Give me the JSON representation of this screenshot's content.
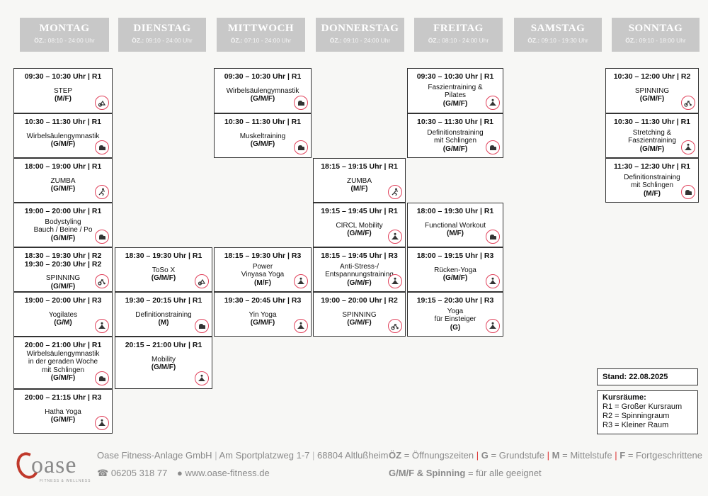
{
  "days": [
    {
      "name": "MONTAG",
      "oz_label": "ÖZ.:",
      "hours": "08:10 - 24:00 Uhr"
    },
    {
      "name": "DIENSTAG",
      "oz_label": "ÖZ.:",
      "hours": "09:10 - 24:00 Uhr"
    },
    {
      "name": "MITTWOCH",
      "oz_label": "ÖZ.:",
      "hours": "07:10 - 24:00 Uhr"
    },
    {
      "name": "DONNERSTAG",
      "oz_label": "ÖZ.:",
      "hours": "09:10 - 24:00 Uhr"
    },
    {
      "name": "FREITAG",
      "oz_label": "ÖZ.:",
      "hours": "08:10 - 24:00 Uhr"
    },
    {
      "name": "SAMSTAG",
      "oz_label": "ÖZ.:",
      "hours": "09:10 - 19:30 Uhr"
    },
    {
      "name": "SONNTAG",
      "oz_label": "ÖZ.:",
      "hours": "09:10 - 18:00 Uhr"
    }
  ],
  "courses": [
    {
      "day": 0,
      "row": 0,
      "time": "09:30 – 10:30 Uhr | R1",
      "name": [
        "STEP"
      ],
      "level": "(M/F)",
      "icon": "step-icon"
    },
    {
      "day": 0,
      "row": 1,
      "time": "10:30 – 11:30 Uhr | R1",
      "name": [
        "Wirbelsäulengymnastik"
      ],
      "level": "(G/M/F)",
      "icon": "muscle-icon"
    },
    {
      "day": 0,
      "row": 2,
      "time": "18:00 – 19:00 Uhr | R1",
      "name": [
        "ZUMBA"
      ],
      "level": "(G/M/F)",
      "icon": "dance-icon"
    },
    {
      "day": 0,
      "row": 3,
      "time": "19:00 – 20:00 Uhr | R1",
      "name": [
        "Bodystyling",
        "Bauch / Beine / Po"
      ],
      "level": "(G/M/F)",
      "icon": "muscle-icon"
    },
    {
      "day": 0,
      "row": 4,
      "time": "18:30 – 19:30 Uhr | R2",
      "time2": "19:30 – 20:30 Uhr | R2",
      "name": [
        "SPINNING"
      ],
      "level": "(G/M/F)",
      "icon": "bike-icon"
    },
    {
      "day": 0,
      "row": 5,
      "time": "19:00 – 20:00 Uhr | R3",
      "name": [
        "Yogilates"
      ],
      "level": "(G/M)",
      "icon": "yoga-icon"
    },
    {
      "day": 0,
      "row": 6,
      "time": "20:00 – 21:00 Uhr | R1",
      "name": [
        "Wirbelsäulengymnastik",
        "in der geraden Woche",
        "mit Schlingen"
      ],
      "level": "(G/M/F)",
      "icon": "muscle-icon"
    },
    {
      "day": 0,
      "row": 7,
      "time": "20:00 – 21:15 Uhr | R3",
      "name": [
        "Hatha Yoga"
      ],
      "level": "(G/M/F)",
      "icon": "yoga-icon"
    },
    {
      "day": 1,
      "row": 4,
      "time": "18:30 – 19:30 Uhr | R1",
      "name": [
        "ToSo X"
      ],
      "level": "(G/M/F)",
      "icon": "step-icon"
    },
    {
      "day": 1,
      "row": 5,
      "time": "19:30 – 20:15 Uhr | R1",
      "name": [
        "Definitionstraining"
      ],
      "level": "(M)",
      "icon": "muscle-icon"
    },
    {
      "day": 1,
      "row": 6,
      "time": "20:15 – 21:00 Uhr | R1",
      "name": [
        "Mobility"
      ],
      "level": "(G/M/F)",
      "icon": "yoga-icon"
    },
    {
      "day": 2,
      "row": 0,
      "time": "09:30 – 10:30 Uhr | R1",
      "name": [
        "Wirbelsäulengymnastik"
      ],
      "level": "(G/M/F)",
      "icon": "muscle-icon"
    },
    {
      "day": 2,
      "row": 1,
      "time": "10:30 – 11:30 Uhr | R1",
      "name": [
        "Muskeltraining"
      ],
      "level": "(G/M/F)",
      "icon": "muscle-icon"
    },
    {
      "day": 2,
      "row": 4,
      "time": "18:15 – 19:30 Uhr | R3",
      "name": [
        "Power",
        "Vinyasa Yoga"
      ],
      "level": "(M/F)",
      "icon": "yoga-icon"
    },
    {
      "day": 2,
      "row": 5,
      "time": "19:30 – 20:45 Uhr | R3",
      "name": [
        "Yin Yoga"
      ],
      "level": "(G/M/F)",
      "icon": "yoga-icon"
    },
    {
      "day": 3,
      "row": 2,
      "time": "18:15 – 19:15 Uhr | R1",
      "name": [
        "ZUMBA"
      ],
      "level": "(M/F)",
      "icon": "dance-icon"
    },
    {
      "day": 3,
      "row": 3,
      "time": "19:15 – 19:45 Uhr | R1",
      "name": [
        "CIRCL Mobility"
      ],
      "level": "(G/M/F)",
      "icon": "yoga-icon"
    },
    {
      "day": 3,
      "row": 4,
      "time": "18:15 – 19:45 Uhr | R3",
      "name": [
        "Anti-Stress-/",
        "Entspannungstraining"
      ],
      "level": "(G/M/F)",
      "icon": "yoga-icon"
    },
    {
      "day": 3,
      "row": 5,
      "time": "19:00 – 20:00 Uhr | R2",
      "name": [
        "SPINNING"
      ],
      "level": "(G/M/F)",
      "icon": "bike-icon"
    },
    {
      "day": 4,
      "row": 0,
      "time": "09:30 – 10:30 Uhr | R1",
      "name": [
        "Faszientraining &",
        "Pilates"
      ],
      "level": "(G/M/F)",
      "icon": "yoga-icon"
    },
    {
      "day": 4,
      "row": 1,
      "time": "10:30 – 11:30 Uhr | R1",
      "name": [
        "Definitionstraining",
        "mit Schlingen"
      ],
      "level": "(G/M/F)",
      "icon": "muscle-icon"
    },
    {
      "day": 4,
      "row": 3,
      "time": "18:00 – 19:30 Uhr | R1",
      "name": [
        "Functional Workout"
      ],
      "level": "(M/F)",
      "icon": "muscle-icon"
    },
    {
      "day": 4,
      "row": 4,
      "time": "18:00 – 19:15 Uhr | R3",
      "name": [
        "Rücken-Yoga"
      ],
      "level": "(G/M/F)",
      "icon": "yoga-icon"
    },
    {
      "day": 4,
      "row": 5,
      "time": "19:15 – 20:30 Uhr | R3",
      "name": [
        "Yoga",
        "für Einsteiger"
      ],
      "level": "(G)",
      "icon": "yoga-icon"
    },
    {
      "day": 6,
      "row": 0,
      "time": "10:30 – 12:00 Uhr | R2",
      "name": [
        "SPINNING"
      ],
      "level": "(G/M/F)",
      "icon": "bike-icon"
    },
    {
      "day": 6,
      "row": 1,
      "time": "10:30 – 11:30 Uhr | R1",
      "name": [
        "Stretching &",
        "Faszientraining"
      ],
      "level": "(G/M/F)",
      "icon": "yoga-icon"
    },
    {
      "day": 6,
      "row": 2,
      "time": "11:30 – 12:30 Uhr | R1",
      "name": [
        "Definitionstraining",
        "mit Schlingen"
      ],
      "level": "(M/F)",
      "icon": "muscle-icon"
    }
  ],
  "stand": "Stand: 22.08.2025",
  "rooms": {
    "title": "Kursräume:",
    "items": [
      "R1 = Großer Kursraum",
      "R2 = Spinningraum",
      "R3 = Kleiner Raum"
    ]
  },
  "footer": {
    "logo_word": "oase",
    "logo_sub": "FITNESS & WELLNESS",
    "company": "Oase Fitness-Anlage GmbH",
    "street": "Am Sportplatzweg 1-7",
    "city": "68804 Altlußheim",
    "phone": "06205 318 77",
    "web": "www.oase-fitness.de",
    "legend": [
      {
        "key": "ÖZ",
        "text": "= Öffnungszeiten"
      },
      {
        "key": "G",
        "text": "= Grundstufe"
      },
      {
        "key": "M",
        "text": "= Mittelstufe"
      },
      {
        "key": "F",
        "text": "= Fortgeschrittene"
      }
    ],
    "legend2_key": "G/M/F & Spinning",
    "legend2_text": "= für alle geeignet"
  },
  "colors": {
    "header_bg": "#c8c8c8",
    "icon_ring": "#e0405a",
    "accent_red": "#c0392b"
  }
}
